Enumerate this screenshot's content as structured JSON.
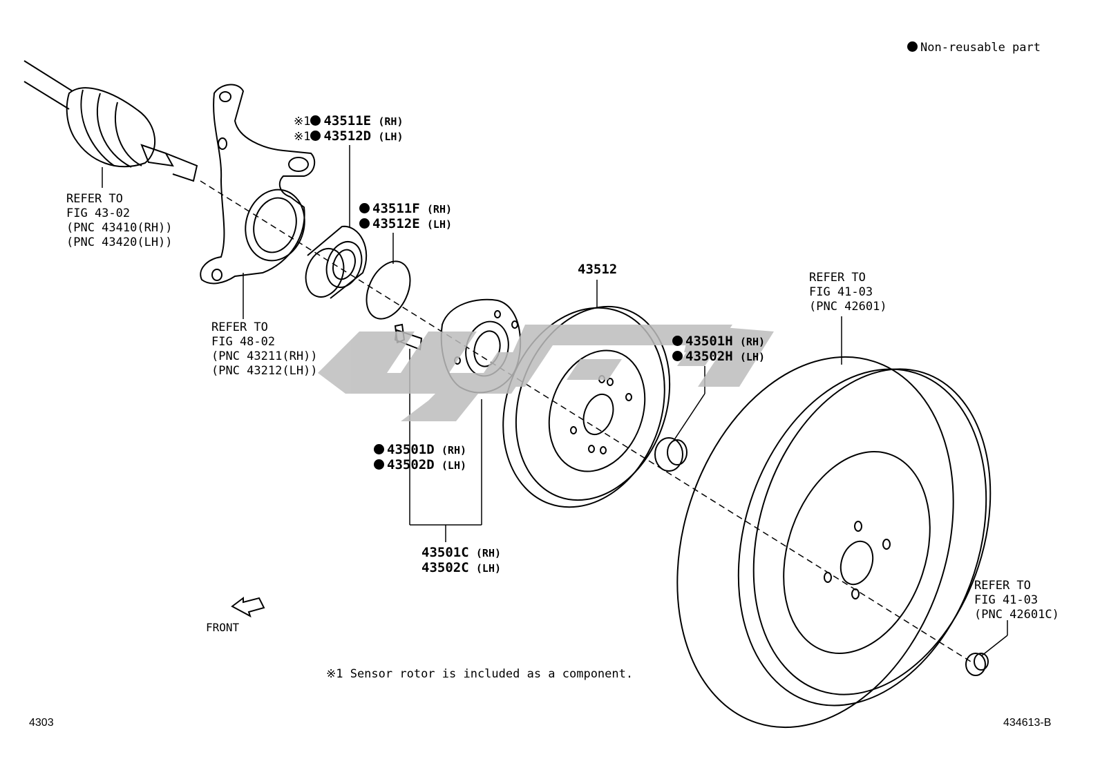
{
  "legend": {
    "non_reusable": "Non-reusable part"
  },
  "note": "※1 Sensor rotor is included as a component.",
  "page_number": "4303",
  "figure_id": "434613-B",
  "front_label": "FRONT",
  "refs": {
    "axle": [
      "REFER TO",
      "FIG 43-02",
      "(PNC 43410(RH))",
      "(PNC 43420(LH))"
    ],
    "knuckle": [
      "REFER TO",
      "FIG 48-02",
      "(PNC 43211(RH))",
      "(PNC 43212(LH))"
    ],
    "wheel": [
      "REFER TO",
      "FIG 41-03",
      "(PNC 42601)"
    ],
    "nut": [
      "REFER TO",
      "FIG 41-03",
      "(PNC 42601C)"
    ]
  },
  "parts": {
    "bearing_rh": {
      "mark": "※1",
      "num": "43511E",
      "side": "(RH)"
    },
    "bearing_lh": {
      "mark": "※1",
      "num": "43512D",
      "side": "(LH)"
    },
    "snapring_rh": {
      "num": "43511F",
      "side": "(RH)"
    },
    "snapring_lh": {
      "num": "43512E",
      "side": "(LH)"
    },
    "disc": {
      "num": "43512"
    },
    "nut_rh": {
      "num": "43501H",
      "side": "(RH)"
    },
    "nut_lh": {
      "num": "43502H",
      "side": "(LH)"
    },
    "bolt_rh": {
      "num": "43501D",
      "side": "(RH)"
    },
    "bolt_lh": {
      "num": "43502D",
      "side": "(LH)"
    },
    "hub_rh": {
      "num": "43501C",
      "side": "(RH)"
    },
    "hub_lh": {
      "num": "43502C",
      "side": "(LH)"
    }
  }
}
